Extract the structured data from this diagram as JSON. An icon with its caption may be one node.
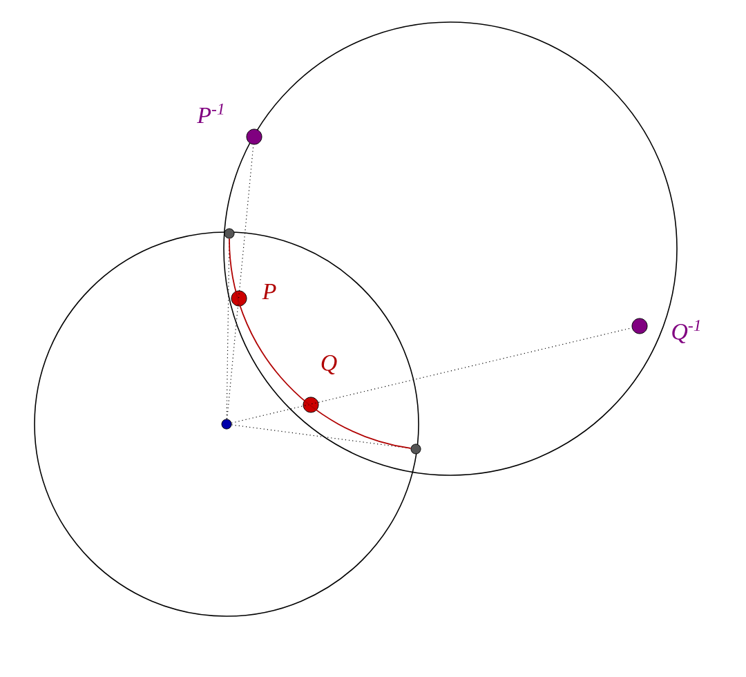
{
  "diagram": {
    "nodes": [
      {
        "text": [
          "P$^{-1}$"
        ]
      },
      {
        "text": [
          "P"
        ]
      },
      {
        "text": [
          "Q"
        ]
      },
      {
        "text": [
          "Q$^{-1}$"
        ]
      },
      {
        "text": [],
        "shape": "circle"
      },
      {
        "text": [],
        "shape": "circle"
      },
      {
        "text": [],
        "shape": "circle"
      }
    ],
    "edges": [
      {
        "from": 4,
        "to": 0,
        "arrow": "none",
        "style": "dashed"
      },
      {
        "from": 4,
        "to": 3,
        "arrow": "none",
        "style": "dashed"
      },
      {
        "from": 4,
        "to": 5,
        "arrow": "none",
        "style": "dashed"
      },
      {
        "from": 4,
        "to": 6,
        "arrow": "none",
        "style": "dashed"
      },
      {
        "from": 5,
        "to": 6,
        "arrow": "none",
        "color": "#b00000"
      }
    ]
  }
}
